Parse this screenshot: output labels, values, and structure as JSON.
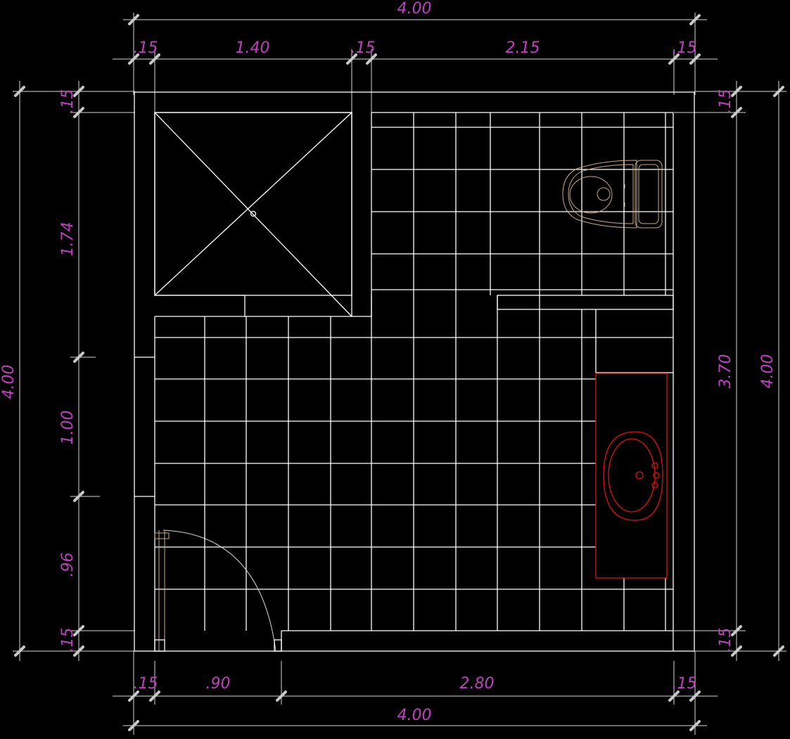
{
  "drawing": {
    "dimensions": {
      "top_total": "4.00",
      "top_wall_left": ".15",
      "top_shower": "1.40",
      "top_partition": ".15",
      "top_room": "2.15",
      "top_wall_right": ".15",
      "left_total": "4.00",
      "left_wall_top": ".15",
      "left_shower": "1.74",
      "left_window": "1.00",
      "left_door": ".96",
      "left_wall_bottom": ".15",
      "right_inner": "3.70",
      "right_total": "4.00",
      "right_wall_top": ".15",
      "right_wall_bottom": ".15",
      "bottom_wall_left": ".15",
      "bottom_door": ".90",
      "bottom_room": "2.80",
      "bottom_wall_right": ".15",
      "bottom_total": "4.00"
    },
    "colors": {
      "background": "#000000",
      "lines": "#ffffff",
      "dimension_text": "#c040c0",
      "sink": "#e01010",
      "toilet": "#c8a888"
    }
  }
}
